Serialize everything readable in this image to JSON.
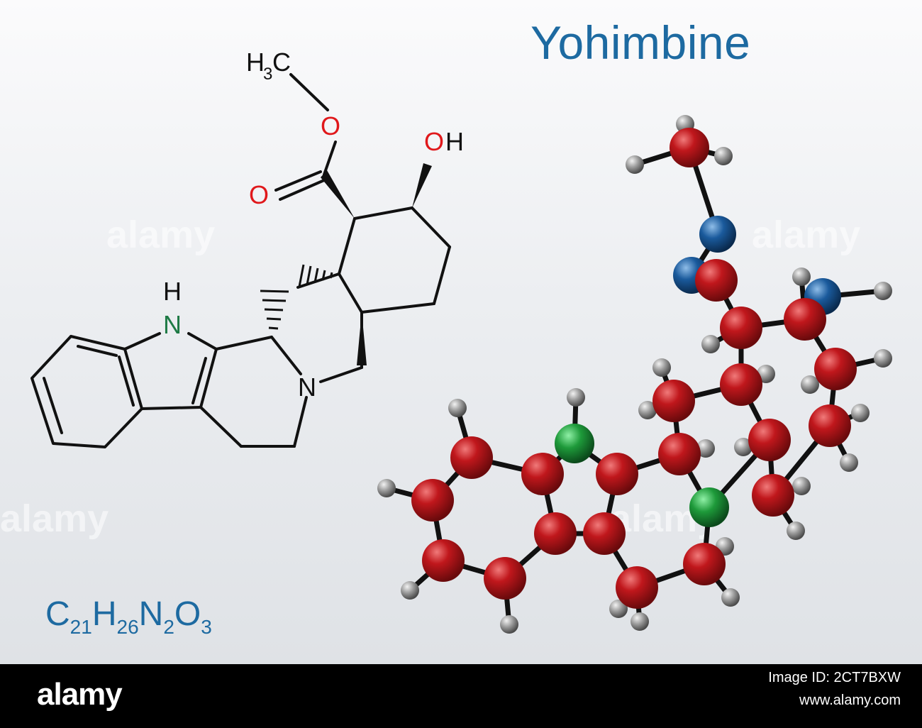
{
  "title": "Yohimbine",
  "formula": {
    "parts": [
      {
        "el": "C",
        "n": "21"
      },
      {
        "el": "H",
        "n": "26"
      },
      {
        "el": "N",
        "n": "2"
      },
      {
        "el": "O",
        "n": "3"
      }
    ]
  },
  "structure_labels": {
    "methyl": "H",
    "methyl_sub": "3",
    "methyl_c": "C",
    "ester_o": "O",
    "carbonyl_o": "O",
    "hydroxyl_o": "O",
    "hydroxyl_h": "H",
    "indole_h": "H",
    "indole_n": "N",
    "amine_n": "N"
  },
  "watermark": "alamy",
  "footer": {
    "logo": "alamy",
    "image_id": "Image ID: 2CT7BXW",
    "url": "www.alamy.com"
  },
  "colors": {
    "title": "#1d6aa1",
    "carbon": "#b5171c",
    "hydrogen": "#8c8c8c",
    "nitrogen": "#1e9a3a",
    "oxygen": "#1a5a9c",
    "oxygen_label": "#e0181b",
    "nitrogen_label": "#1e7a45"
  }
}
